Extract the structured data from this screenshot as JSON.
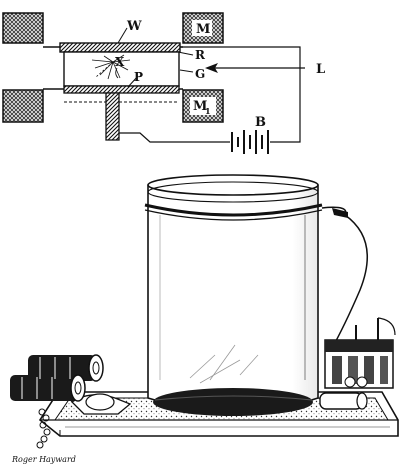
{
  "diagram": {
    "labels": {
      "window": "W",
      "magnet_top": "M",
      "magnet_bottom": "M",
      "magnet_bottom_sub": "1",
      "x_point": "X",
      "ring": "R",
      "plate": "P",
      "glass": "G",
      "lead": "L",
      "battery": "B"
    }
  },
  "illustration": {
    "signature": "Roger Hayward"
  },
  "colors": {
    "ink": "#111111",
    "paper": "#ffffff",
    "hatch": "#222222"
  }
}
